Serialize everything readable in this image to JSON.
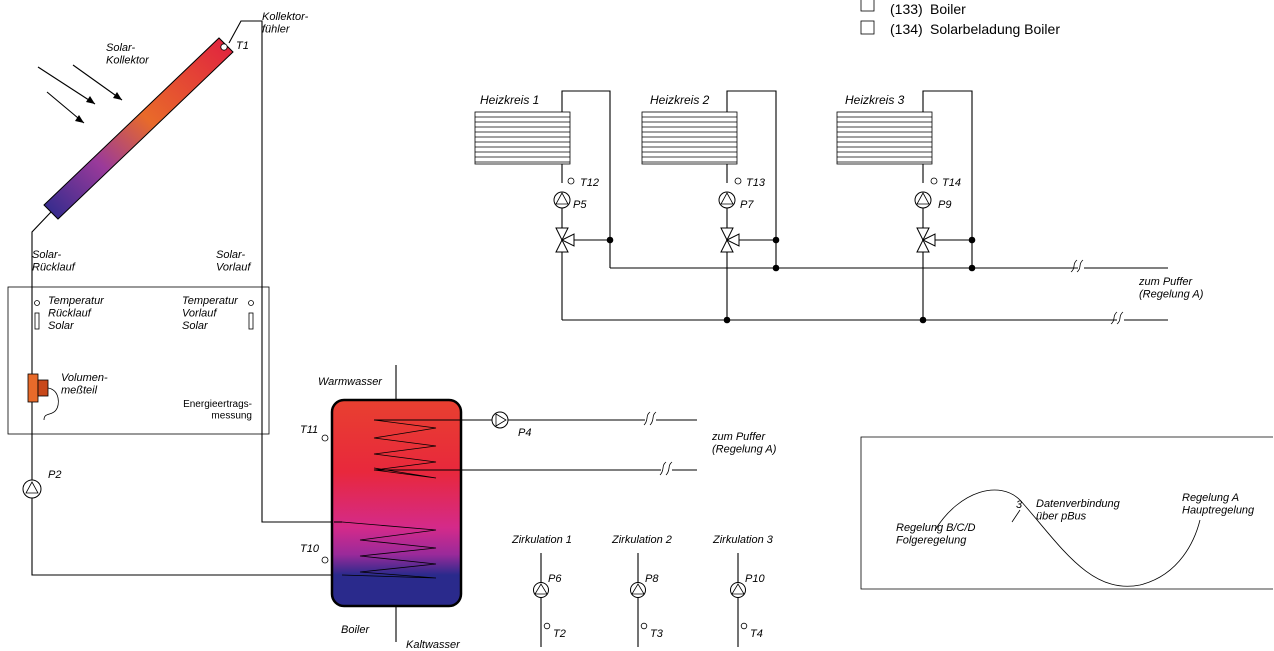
{
  "legend": [
    {
      "code": "(133)",
      "label": "Boiler"
    },
    {
      "code": "(134)",
      "label": "Solarbeladung Boiler"
    }
  ],
  "solar": {
    "collector": "Solar-\nKollektor",
    "sensor": "Kollektor-\nfühler",
    "t1": "T1",
    "return": "Solar-\nRücklauf",
    "flow": "Solar-\nVorlauf",
    "p2": "P2"
  },
  "energy": {
    "temp_return": "Temperatur\nRücklauf\nSolar",
    "temp_flow": "Temperatur\nVorlauf\nSolar",
    "volume": "Volumen-\nmeßteil",
    "box_label": "Energieertrags-\nmessung"
  },
  "heating": [
    {
      "title": "Heizkreis 1",
      "sensor": "T12",
      "pump": "P5"
    },
    {
      "title": "Heizkreis 2",
      "sensor": "T13",
      "pump": "P7"
    },
    {
      "title": "Heizkreis 3",
      "sensor": "T14",
      "pump": "P9"
    }
  ],
  "buffer_top": "zum Puffer\n(Regelung A)",
  "boiler": {
    "warm": "Warmwasser",
    "t11": "T11",
    "t10": "T10",
    "p4": "P4",
    "buffer": "zum Puffer\n(Regelung A)",
    "name": "Boiler",
    "cold": "Kaltwasser"
  },
  "circulation": [
    {
      "title": "Zirkulation 1",
      "pump": "P6",
      "sensor": "T2"
    },
    {
      "title": "Zirkulation 2",
      "pump": "P8",
      "sensor": "T3"
    },
    {
      "title": "Zirkulation 3",
      "pump": "P10",
      "sensor": "T4"
    }
  ],
  "pbus": {
    "follower": "Regelung B/C/D\nFolgeregelung",
    "number": "3",
    "connection": "Datenverbindung\nüber pBus",
    "main": "Regelung A\nHauptregelung"
  },
  "colors": {
    "hot": "#e8203a",
    "mid": "#cc2a8c",
    "cold": "#2a2a8c",
    "collector_hot": "#e03030",
    "collector_cold": "#2a2a8c"
  }
}
